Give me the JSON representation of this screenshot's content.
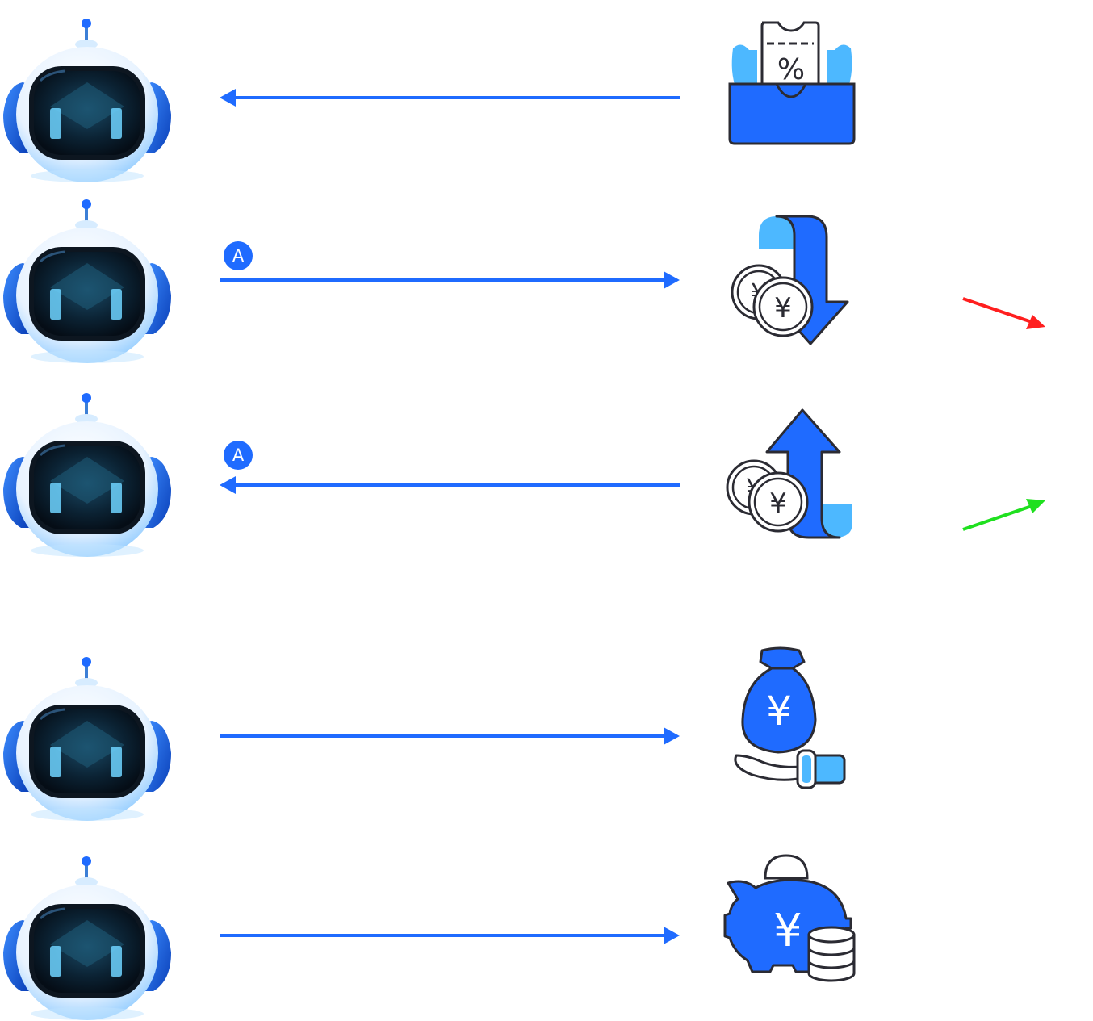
{
  "colors": {
    "primary_blue": "#1f6bff",
    "light_blue": "#4db8ff",
    "outline": "#2b2b33",
    "down_indicator": "#ff1f1f",
    "up_indicator": "#1fe01f"
  },
  "rows": [
    {
      "robot_icon": "robot-icon",
      "arrow_direction": "left",
      "badge": "",
      "target_icon": "coupon-box-icon",
      "trend": ""
    },
    {
      "robot_icon": "robot-icon",
      "arrow_direction": "right",
      "badge": "A",
      "target_icon": "money-down-icon",
      "trend": "down"
    },
    {
      "robot_icon": "robot-icon",
      "arrow_direction": "left",
      "badge": "A",
      "target_icon": "money-up-icon",
      "trend": "up"
    },
    {
      "robot_icon": "robot-icon",
      "arrow_direction": "right",
      "badge": "",
      "target_icon": "money-bag-hand-icon",
      "trend": ""
    },
    {
      "robot_icon": "robot-icon",
      "arrow_direction": "right",
      "badge": "",
      "target_icon": "piggy-bank-icon",
      "trend": ""
    }
  ]
}
